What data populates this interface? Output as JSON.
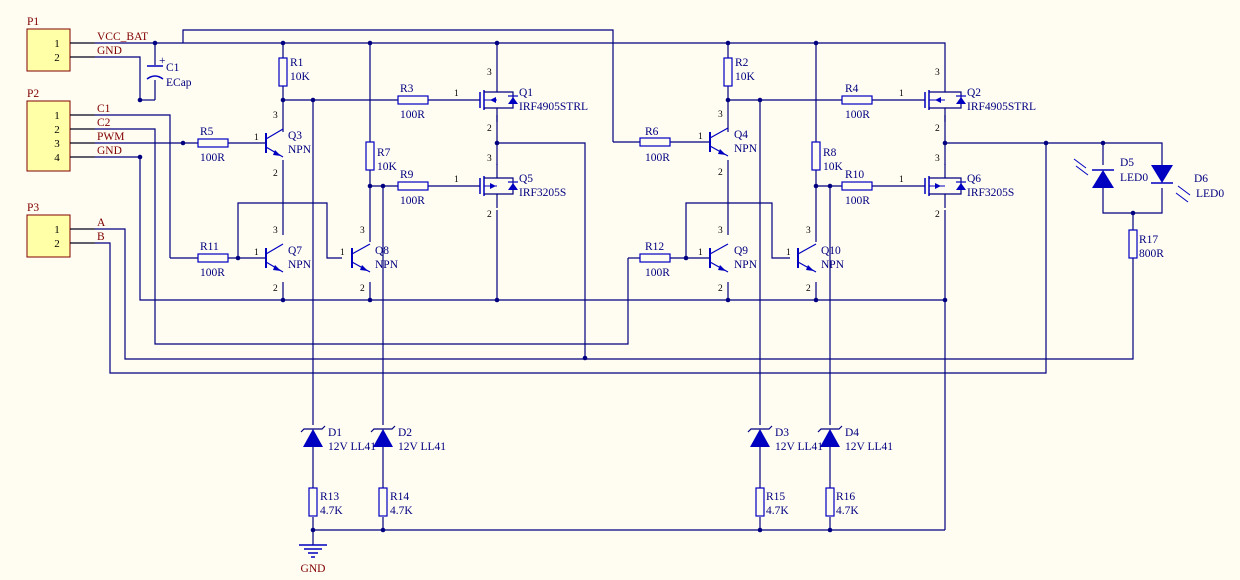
{
  "colors": {
    "wire": "#000080",
    "part": "#0000C0",
    "net": "#800000",
    "connector": "#FFFFA8",
    "background": "#FFFCF1"
  },
  "connectors": [
    {
      "ref": "P1",
      "pins": [
        "1",
        "2"
      ],
      "nets": [
        "VCC_BAT",
        "GND"
      ]
    },
    {
      "ref": "P2",
      "pins": [
        "1",
        "2",
        "3",
        "4"
      ],
      "nets": [
        "C1",
        "C2",
        "PWM",
        "GND"
      ]
    },
    {
      "ref": "P3",
      "pins": [
        "1",
        "2"
      ],
      "nets": [
        "A",
        "B"
      ]
    }
  ],
  "capacitor": {
    "ref": "C1",
    "value": "ECap"
  },
  "resistors": [
    {
      "ref": "R1",
      "value": "10K"
    },
    {
      "ref": "R2",
      "value": "10K"
    },
    {
      "ref": "R3",
      "value": "100R"
    },
    {
      "ref": "R4",
      "value": "100R"
    },
    {
      "ref": "R5",
      "value": "100R"
    },
    {
      "ref": "R6",
      "value": "100R"
    },
    {
      "ref": "R7",
      "value": "10K"
    },
    {
      "ref": "R8",
      "value": "10K"
    },
    {
      "ref": "R9",
      "value": "100R"
    },
    {
      "ref": "R10",
      "value": "100R"
    },
    {
      "ref": "R11",
      "value": "100R"
    },
    {
      "ref": "R12",
      "value": "100R"
    },
    {
      "ref": "R13",
      "value": "4.7K"
    },
    {
      "ref": "R14",
      "value": "4.7K"
    },
    {
      "ref": "R15",
      "value": "4.7K"
    },
    {
      "ref": "R16",
      "value": "4.7K"
    },
    {
      "ref": "R17",
      "value": "800R"
    }
  ],
  "transistors": [
    {
      "ref": "Q3",
      "type": "NPN"
    },
    {
      "ref": "Q4",
      "type": "NPN"
    },
    {
      "ref": "Q7",
      "type": "NPN"
    },
    {
      "ref": "Q8",
      "type": "NPN"
    },
    {
      "ref": "Q9",
      "type": "NPN"
    },
    {
      "ref": "Q10",
      "type": "NPN"
    }
  ],
  "mosfets": [
    {
      "ref": "Q1",
      "part": "IRF4905STRL"
    },
    {
      "ref": "Q2",
      "part": "IRF4905STRL"
    },
    {
      "ref": "Q5",
      "part": "IRF3205S"
    },
    {
      "ref": "Q6",
      "part": "IRF3205S"
    }
  ],
  "zeners": [
    {
      "ref": "D1",
      "value": "12V LL41"
    },
    {
      "ref": "D2",
      "value": "12V LL41"
    },
    {
      "ref": "D3",
      "value": "12V LL41"
    },
    {
      "ref": "D4",
      "value": "12V LL41"
    }
  ],
  "leds": [
    {
      "ref": "D5",
      "value": "LED0"
    },
    {
      "ref": "D6",
      "value": "LED0"
    }
  ],
  "pin_numbers": {
    "one": "1",
    "two": "2",
    "three": "3"
  },
  "ground_label": "GND"
}
